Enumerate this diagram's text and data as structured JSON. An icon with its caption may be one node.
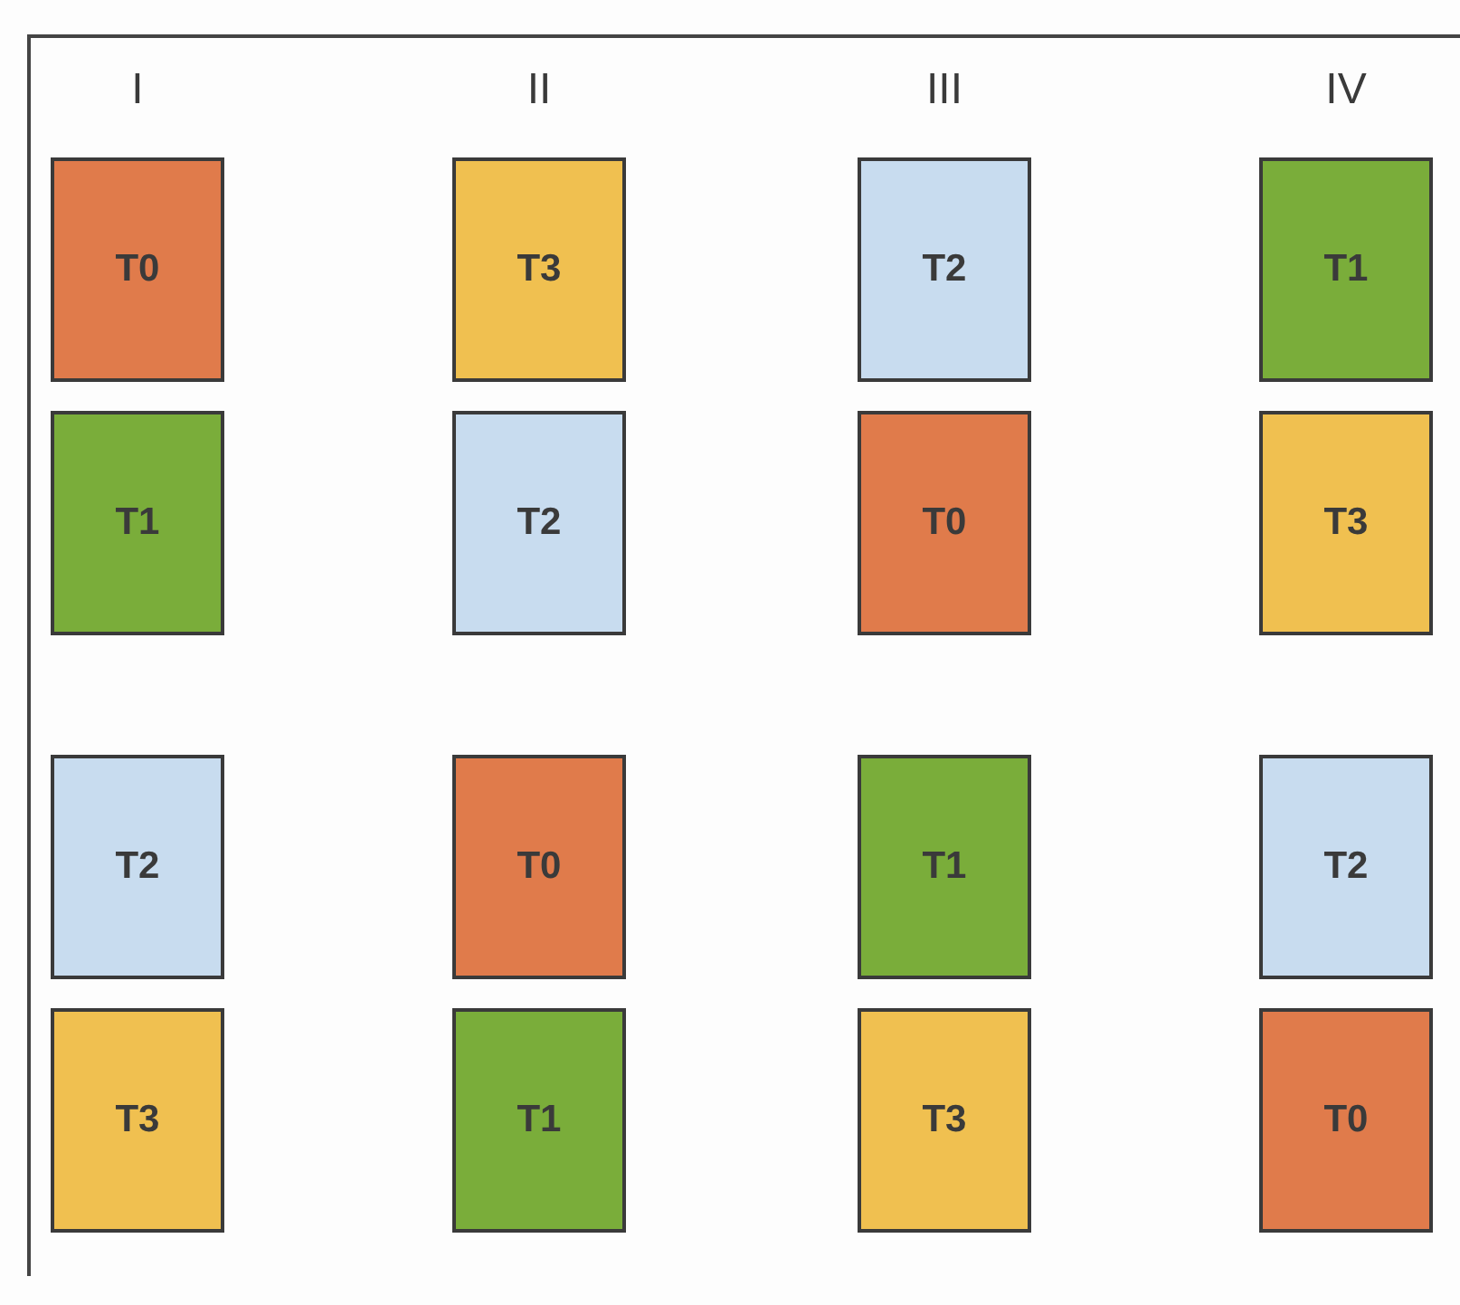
{
  "diagram": {
    "nodes": [
      {
        "text": [
          "T0"
        ]
      },
      {
        "text": [
          "T3"
        ]
      },
      {
        "text": [
          "T2"
        ]
      },
      {
        "text": [
          "T1"
        ]
      },
      {
        "text": [
          "T1"
        ]
      },
      {
        "text": [
          "T2"
        ]
      },
      {
        "text": [
          "T0"
        ]
      },
      {
        "text": [
          "T3"
        ]
      },
      {
        "text": [
          "T2"
        ]
      },
      {
        "text": [
          "T0"
        ]
      },
      {
        "text": [
          "T1"
        ]
      },
      {
        "text": [
          "T2"
        ]
      },
      {
        "text": [
          "T3"
        ]
      },
      {
        "text": [
          "T1"
        ]
      },
      {
        "text": [
          "T3"
        ]
      },
      {
        "text": [
          "T0"
        ]
      }
    ],
    "labels": [
      "I",
      "II",
      "III",
      "IV"
    ]
  }
}
